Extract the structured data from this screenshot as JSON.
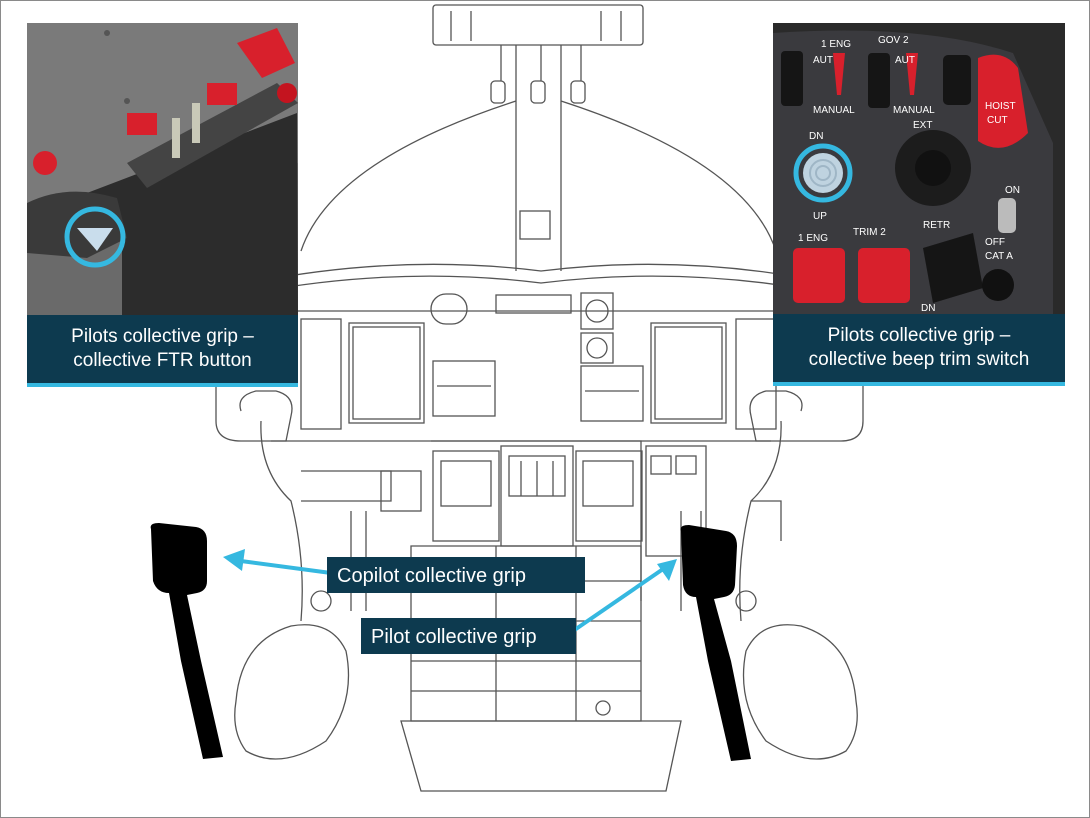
{
  "callouts": {
    "ftr": {
      "line1": "Pilots collective grip –",
      "line2": "collective FTR button"
    },
    "beep": {
      "line1": "Pilots collective grip –",
      "line2": "collective beep trim switch"
    },
    "copilot": "Copilot collective grip",
    "pilot": "Pilot collective grip"
  },
  "photo_beep": {
    "labels": {
      "eng1": "1 ENG",
      "gov2": "GOV 2",
      "aut1": "AUT",
      "aut2": "AUT",
      "manual1": "MANUAL",
      "manual2": "MANUAL",
      "ext": "EXT",
      "hoist1": "HOIST",
      "hoist2": "CUT",
      "dn": "DN",
      "up": "UP",
      "eng_trim1": "1 ENG",
      "trim2": "TRIM 2",
      "retr": "RETR",
      "on": "ON",
      "off": "OFF",
      "cat": "CAT A",
      "dn2": "DN"
    }
  },
  "colors": {
    "caption_bg": "#0d3a4f",
    "accent": "#35b8e0",
    "line_art": "#444444",
    "grip": "#000000"
  }
}
